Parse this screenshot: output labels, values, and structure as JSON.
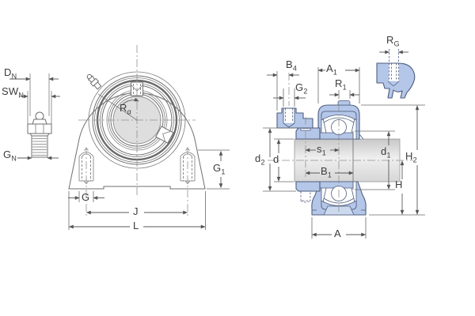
{
  "drawing_type": "bearing housing unit technical drawing, front view and cross-section",
  "colors": {
    "background": "#ffffff",
    "housing_fill": "#b5c7e8",
    "housing_outline": "#4e5e7e",
    "cavity_fill": "#cdd9ee",
    "line_art": "#6f6f6f",
    "dimension_line": "#5a5a5a",
    "label_text": "#3c3c3c",
    "shaft_fill": "#dcdcdc"
  },
  "labels": {
    "D_N": {
      "base": "D",
      "sub": "N"
    },
    "SW_N": {
      "base": "SW",
      "sub": "N"
    },
    "G_N": {
      "base": "G",
      "sub": "N"
    },
    "R_alpha": {
      "base": "R",
      "sub": "α"
    },
    "G": {
      "base": "G",
      "sub": ""
    },
    "J": {
      "base": "J",
      "sub": ""
    },
    "L": {
      "base": "L",
      "sub": ""
    },
    "G_1": {
      "base": "G",
      "sub": "1"
    },
    "B_4": {
      "base": "B",
      "sub": "4"
    },
    "G_2": {
      "base": "G",
      "sub": "2"
    },
    "A_1": {
      "base": "A",
      "sub": "1"
    },
    "R_1": {
      "base": "R",
      "sub": "1"
    },
    "R_G": {
      "base": "R",
      "sub": "G"
    },
    "s_1": {
      "base": "s",
      "sub": "1"
    },
    "d_2": {
      "base": "d",
      "sub": "2"
    },
    "d": {
      "base": "d",
      "sub": ""
    },
    "B_1": {
      "base": "B",
      "sub": "1"
    },
    "d_1": {
      "base": "d",
      "sub": "1"
    },
    "H_2": {
      "base": "H",
      "sub": "2"
    },
    "H": {
      "base": "H",
      "sub": ""
    },
    "A": {
      "base": "A",
      "sub": ""
    }
  }
}
